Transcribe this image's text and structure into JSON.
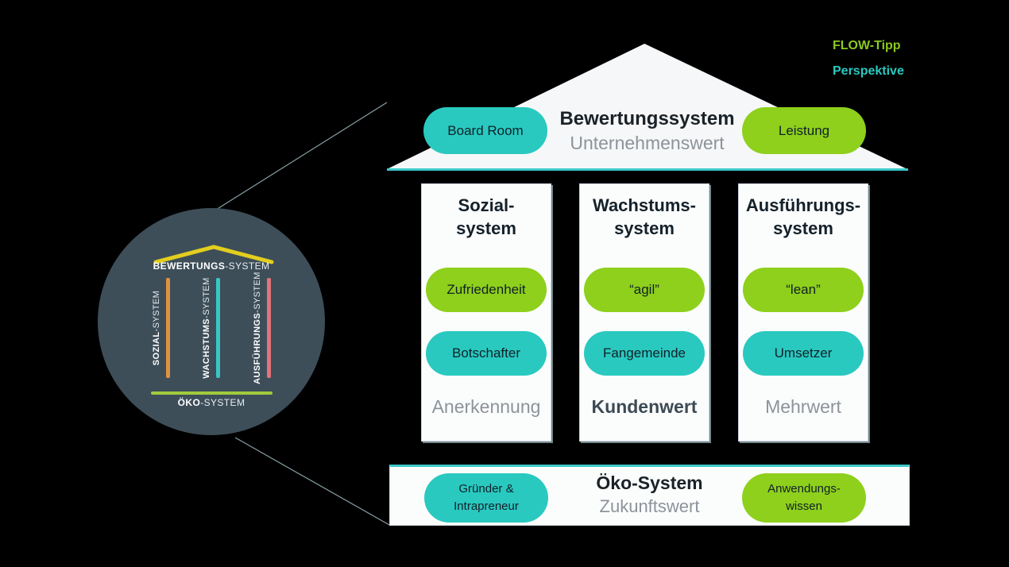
{
  "colors": {
    "teal": "#29c9c0",
    "green": "#8ed01c",
    "circle_bg": "#3d4e59",
    "roof_yellow": "#e3ce1e",
    "bar_orange": "#e0923f",
    "bar_teal": "#37c7c3",
    "bar_pink": "#e2737b",
    "base_green": "#a2cb3c",
    "baseline_teal": "#3cc9c9"
  },
  "corner_note": {
    "line1": "FLOW-Tipp",
    "line2": "Perspektive"
  },
  "mini": {
    "roof_label_bold": "BEWERTUNGS",
    "roof_label_rest": "-SYSTEM",
    "pillars": [
      {
        "bold": "SOZIAL",
        "rest": "-SYSTEM"
      },
      {
        "bold": "WACHSTUMS",
        "rest": "-SYSTEM"
      },
      {
        "bold": "AUSFÜHRUNGS",
        "rest": "-SYSTEM"
      }
    ],
    "base_bold": "ÖKO",
    "base_rest": "-SYSTEM"
  },
  "roof": {
    "title": "Bewertungssystem",
    "subtitle": "Unternehmenswert",
    "left_pill": "Board Room",
    "right_pill": "Leistung"
  },
  "pillars": [
    {
      "title_line1": "Sozial-",
      "title_line2": "system",
      "green_pill": "Zufriedenheit",
      "teal_pill": "Botschafter",
      "value": "Anerkennung"
    },
    {
      "title_line1": "Wachstums-",
      "title_line2": "system",
      "green_pill": "“agil”",
      "teal_pill": "Fangemeinde",
      "value": "Kundenwert"
    },
    {
      "title_line1": "Ausführungs-",
      "title_line2": "system",
      "green_pill": "“lean”",
      "teal_pill": "Umsetzer",
      "value": "Mehrwert"
    }
  ],
  "base": {
    "title": "Öko-System",
    "subtitle": "Zukunftswert",
    "left_pill_line1": "Gründer &",
    "left_pill_line2": "Intrapreneur",
    "right_pill_line1": "Anwendungs-",
    "right_pill_line2": "wissen"
  }
}
